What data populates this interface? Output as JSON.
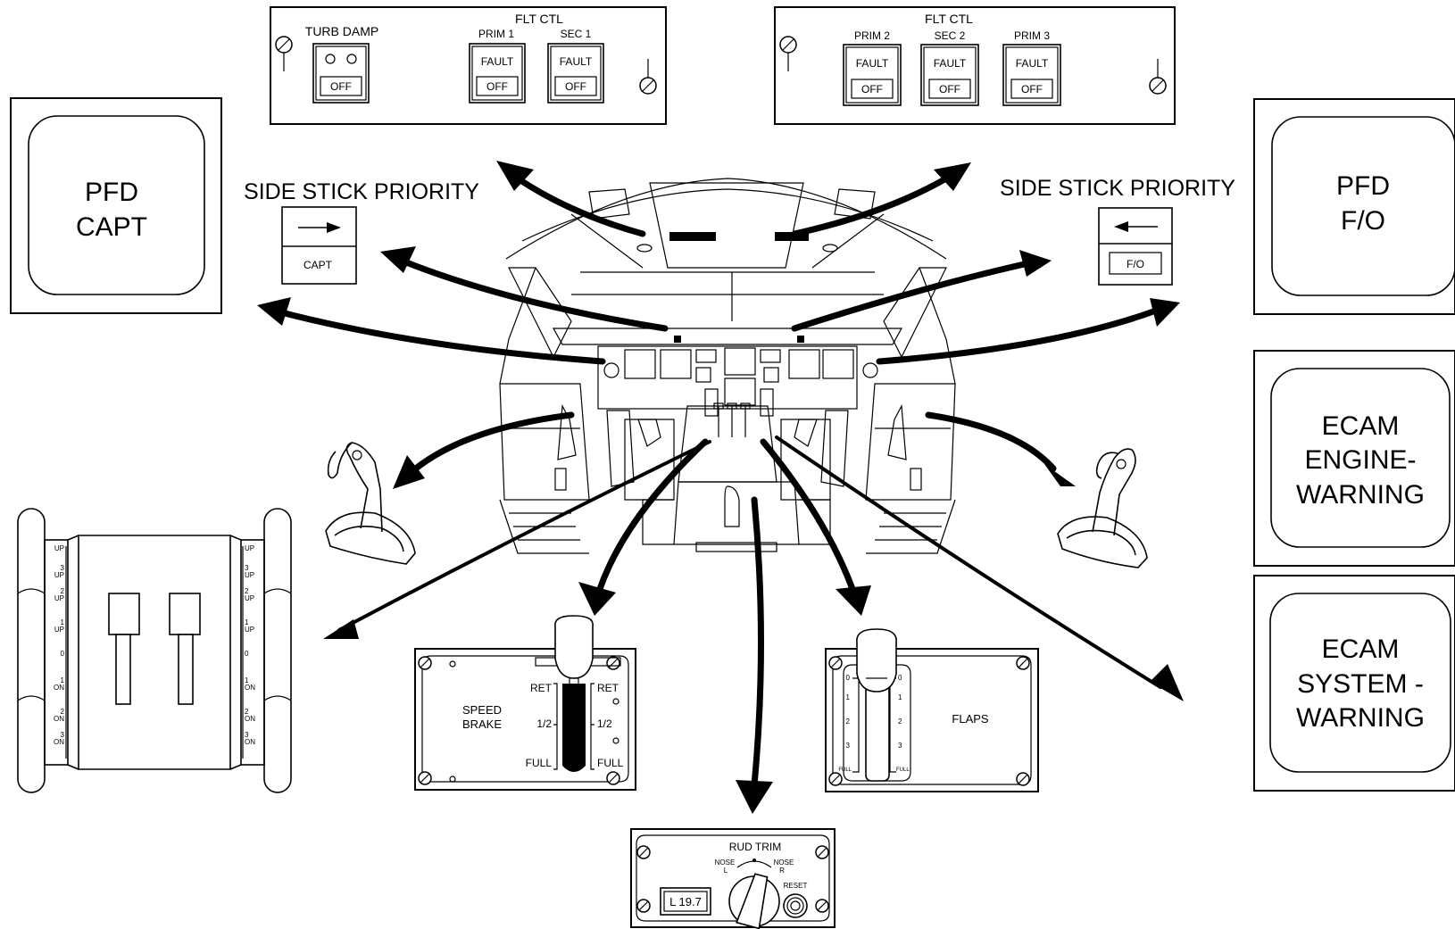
{
  "flt_ctl_left": {
    "title": "FLT CTL",
    "turb_damp_label": "TURB DAMP",
    "prim1_label": "PRIM 1",
    "sec1_label": "SEC 1",
    "fault_label": "FAULT",
    "off_label": "OFF"
  },
  "flt_ctl_right": {
    "title": "FLT CTL",
    "prim2_label": "PRIM 2",
    "sec2_label": "SEC 2",
    "prim3_label": "PRIM 3",
    "fault_label": "FAULT",
    "off_label": "OFF"
  },
  "side_stick_priority_left": {
    "title": "SIDE STICK PRIORITY",
    "label": "CAPT"
  },
  "side_stick_priority_right": {
    "title": "SIDE STICK PRIORITY",
    "label": "F/O"
  },
  "pfd_capt": {
    "line1": "PFD",
    "line2": "CAPT"
  },
  "pfd_fo": {
    "line1": "PFD",
    "line2": "F/O"
  },
  "ecam_engine": {
    "line1": "ECAM",
    "line2": "ENGINE-",
    "line3": "WARNING"
  },
  "ecam_system": {
    "line1": "ECAM",
    "line2": "SYSTEM -",
    "line3": "WARNING"
  },
  "speed_brake": {
    "line1": "SPEED",
    "line2": "BRAKE",
    "ret": "RET",
    "half": "1/2",
    "full": "FULL"
  },
  "flaps": {
    "label": "FLAPS",
    "ticks": [
      "0",
      "1",
      "2",
      "3",
      "FULL"
    ]
  },
  "rud_trim": {
    "title": "RUD TRIM",
    "nose_l": "NOSE",
    "l": "L",
    "nose_r": "NOSE",
    "r": "R",
    "reset": "RESET",
    "display": "L 19.7"
  },
  "pitch_trim": {
    "scale_labels": [
      "UP",
      "3",
      "UP",
      "2",
      "UP",
      "1",
      "UP",
      "0",
      "1",
      "ON",
      "2",
      "ON",
      "3",
      "ON"
    ]
  }
}
